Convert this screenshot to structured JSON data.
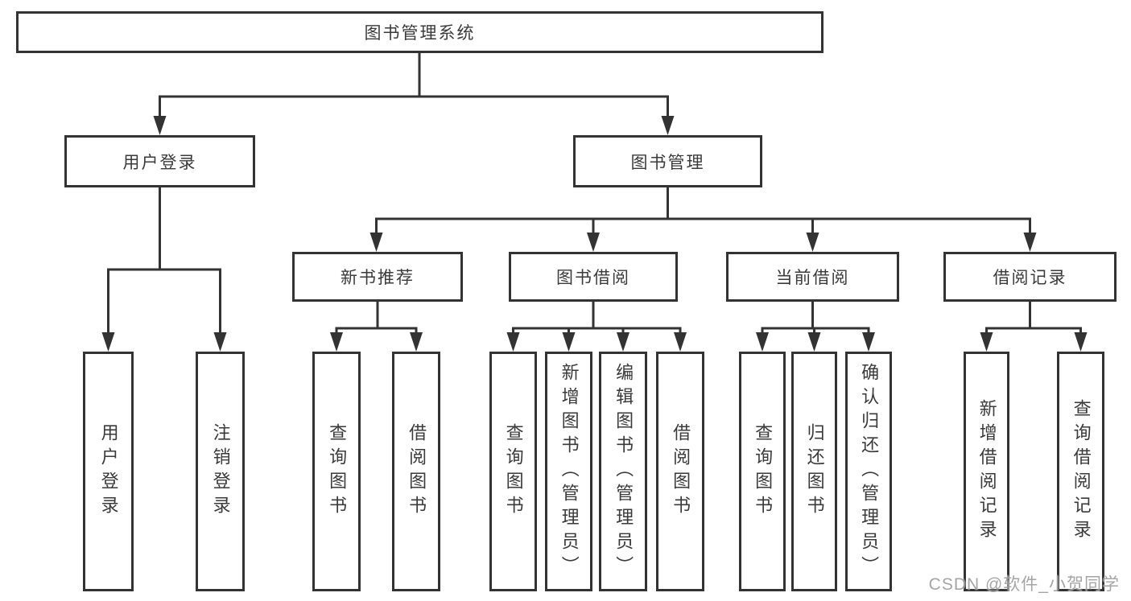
{
  "diagram": {
    "kind": "functional-structure-tree",
    "tree": {
      "label": "图书管理系统",
      "children": [
        {
          "label": "用户登录",
          "children": [
            {
              "label": "用户登录"
            },
            {
              "label": "注销登录"
            }
          ]
        },
        {
          "label": "图书管理",
          "children": [
            {
              "label": "新书推荐",
              "children": [
                {
                  "label": "查询图书"
                },
                {
                  "label": "借阅图书"
                }
              ]
            },
            {
              "label": "图书借阅",
              "children": [
                {
                  "label": "查询图书"
                },
                {
                  "label": "新增图书（管理员）"
                },
                {
                  "label": "编辑图书（管理员）"
                },
                {
                  "label": "借阅图书"
                }
              ]
            },
            {
              "label": "当前借阅",
              "children": [
                {
                  "label": "查询图书"
                },
                {
                  "label": "归还图书"
                },
                {
                  "label": "确认归还（管理员）"
                }
              ]
            },
            {
              "label": "借阅记录",
              "children": [
                {
                  "label": "新增借阅记录"
                },
                {
                  "label": "查询借阅记录"
                }
              ]
            }
          ]
        }
      ]
    },
    "colors": {
      "background": "#ffffff",
      "line": "#333333",
      "box_border": "#333333",
      "text": "#3a3a3a",
      "watermark": "#9e9e9e"
    }
  },
  "watermark": {
    "text": "CSDN @软件_小贺同学"
  }
}
